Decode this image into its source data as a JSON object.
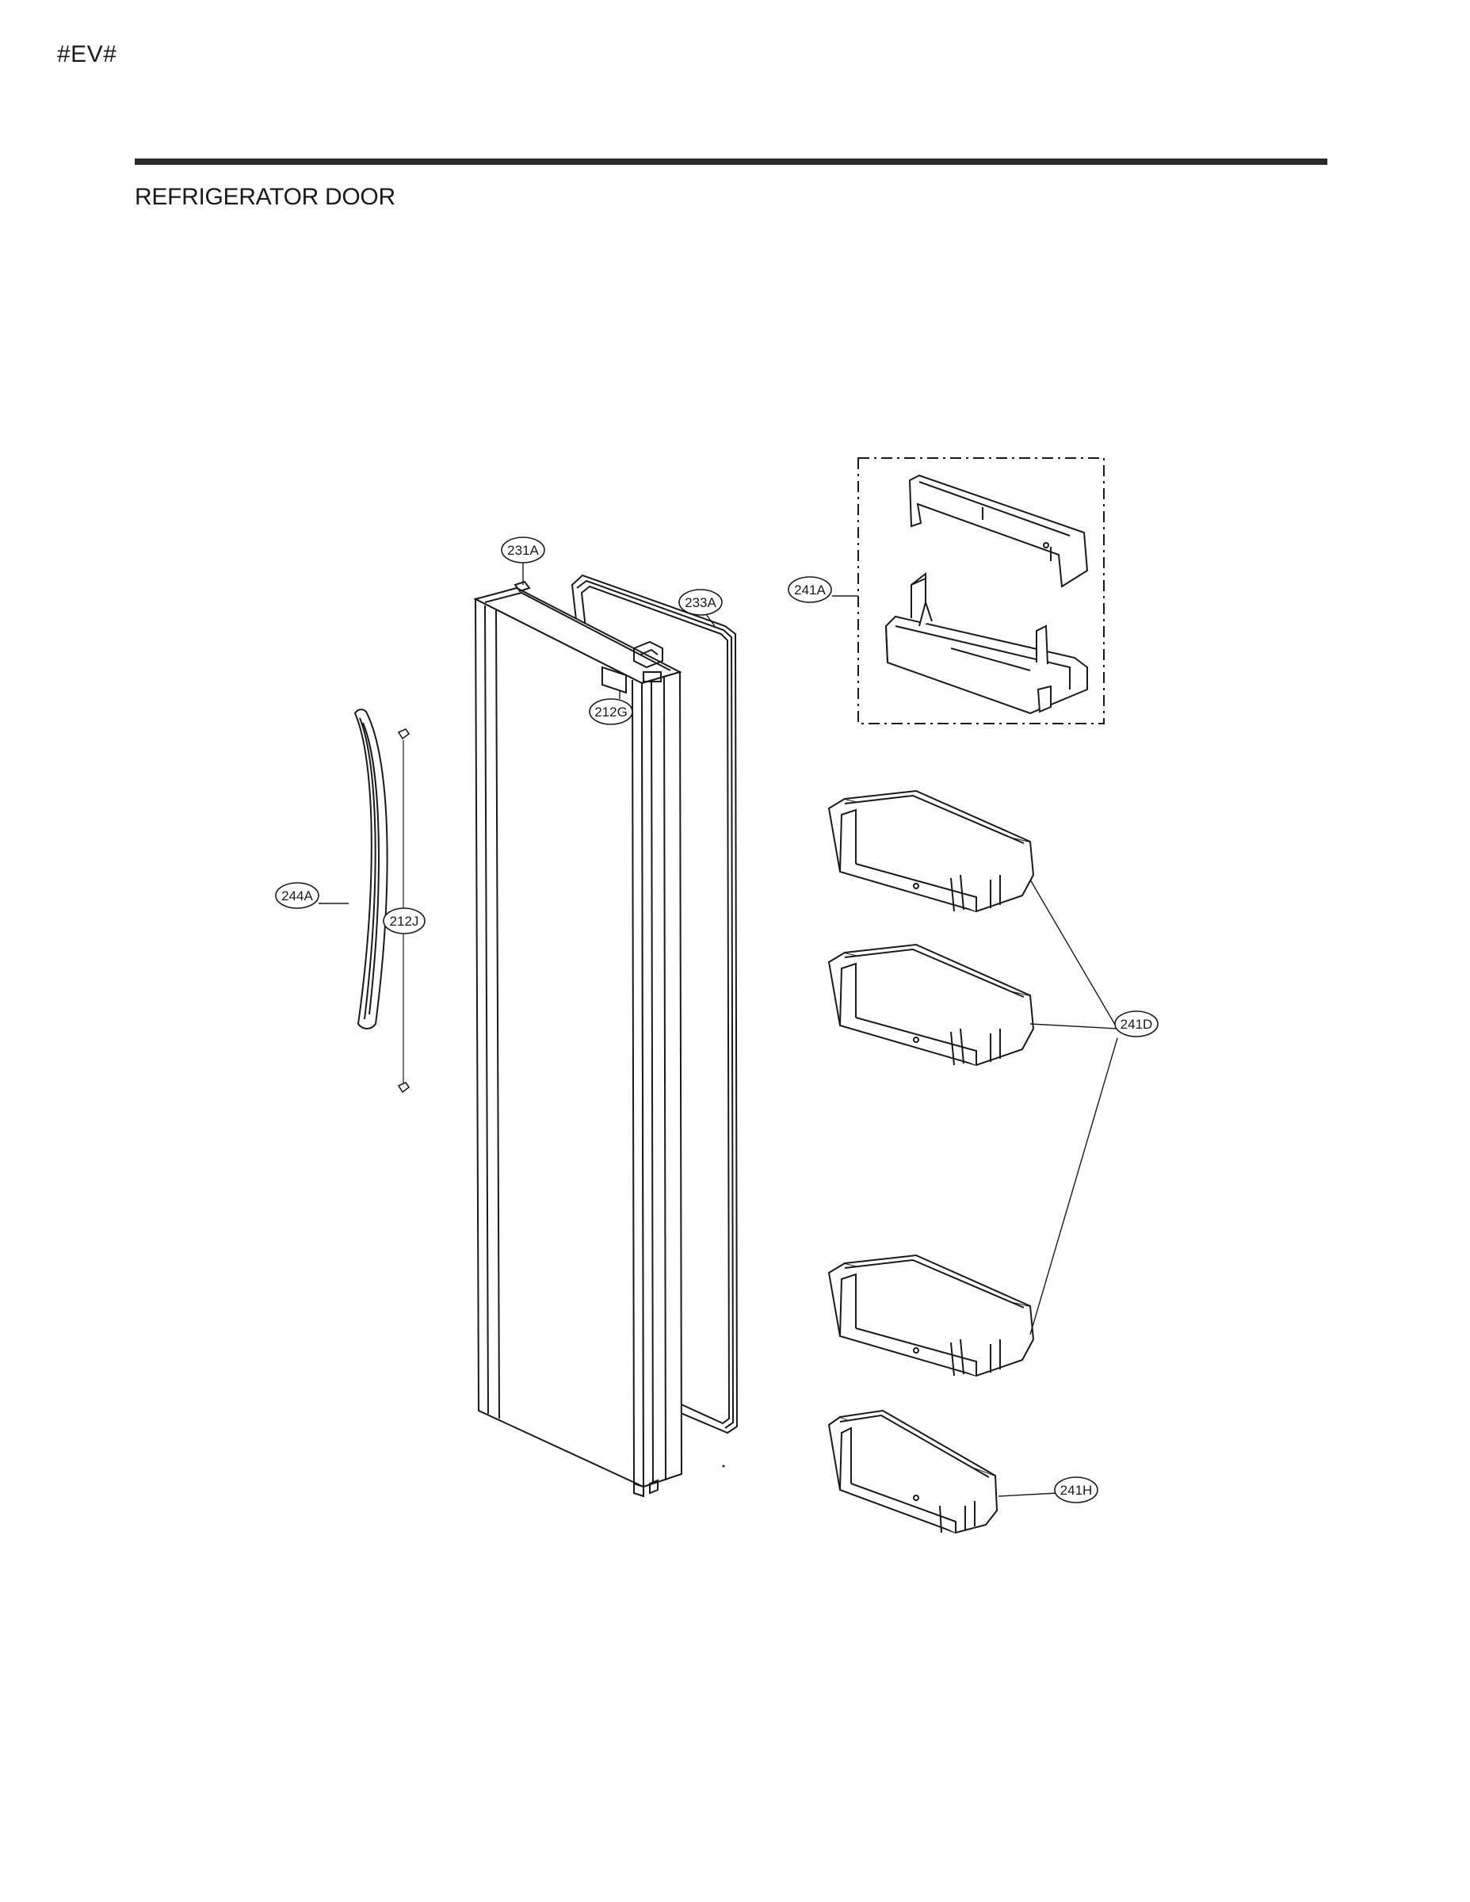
{
  "header": {
    "page_marker": "#EV#",
    "section_title": "REFRIGERATOR DOOR"
  },
  "callouts": {
    "door_assembly": "231A",
    "gasket": "233A",
    "label": "212G",
    "handle": "244A",
    "handle_screws": "212J",
    "basket_cover_assembly": "241A",
    "door_basket": "241D",
    "small_basket": "241H"
  },
  "colors": {
    "line": "#1a1a1a",
    "rule": "#2b2b2b",
    "background": "#ffffff"
  }
}
